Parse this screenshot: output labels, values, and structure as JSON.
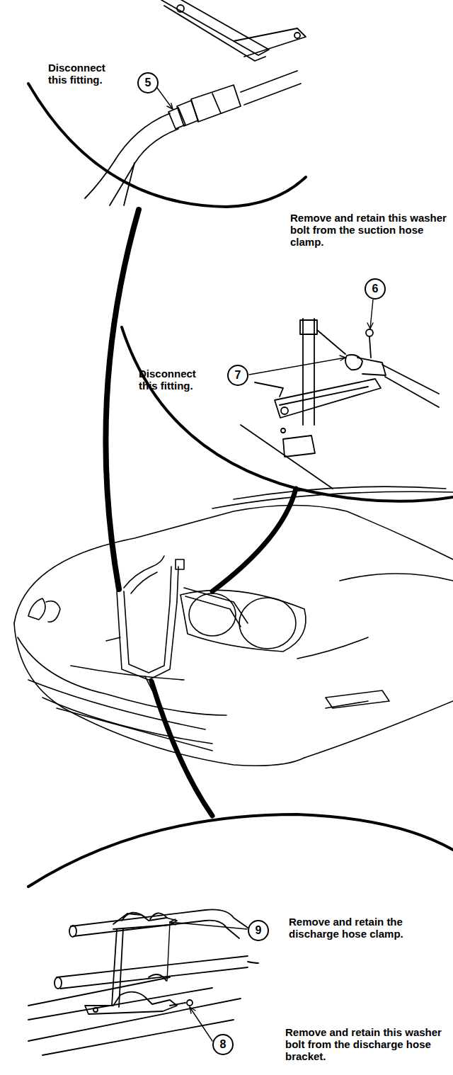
{
  "diagram": {
    "nodes": [
      {
        "text": [
          "5"
        ]
      },
      {
        "text": [
          "6"
        ]
      },
      {
        "text": [
          "7"
        ]
      },
      {
        "text": [
          "9"
        ]
      },
      {
        "text": [
          "8"
        ]
      }
    ],
    "labels": [
      "Disconnect this fitting.",
      "Remove and retain this washer bolt from the suction hose clamp.",
      "Disconnect this fitting.",
      "Remove and retain the discharge hose clamp.",
      "Remove and retain this washer bolt from the discharge hose bracket."
    ]
  }
}
